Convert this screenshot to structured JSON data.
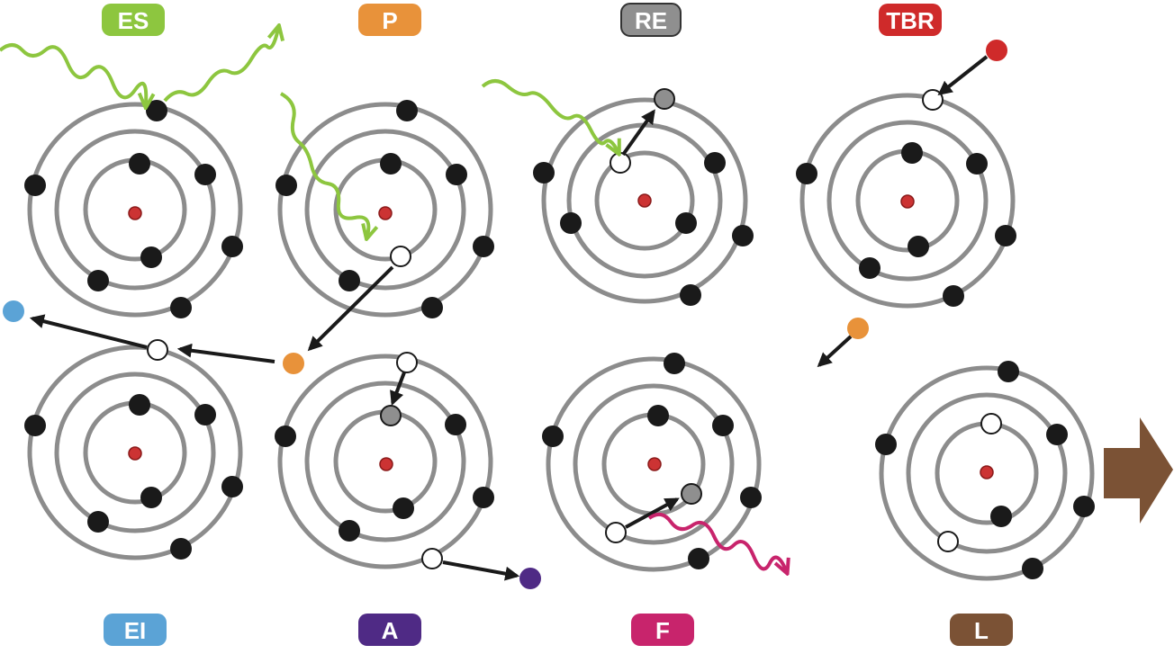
{
  "labels": {
    "es": "ES",
    "p": "P",
    "re": "RE",
    "tbr": "TBR",
    "ei": "EI",
    "a": "A",
    "f": "F",
    "l": "L"
  },
  "colors": {
    "es": "#8dc63f",
    "p": "#e8923a",
    "re": "#8f8f8f",
    "tbr": "#cf2a2a",
    "ei": "#5ba3d6",
    "a": "#4f2a85",
    "f": "#c8246c",
    "l": "#7b5235",
    "orbit": "#8c8c8c",
    "electron": "#1a1a1a",
    "nucleus": "#cc3333",
    "arrow": "#1a1a1a",
    "photon_in": "#8dc63f",
    "photon_out_fluorescence": "#c8246c",
    "laser_arrow": "#7b5235"
  },
  "icons": {
    "atom": "atom-diagram-icon",
    "photon": "wavy-photon-icon",
    "arrow": "arrow-icon",
    "big_arrow": "big-arrow-icon"
  }
}
